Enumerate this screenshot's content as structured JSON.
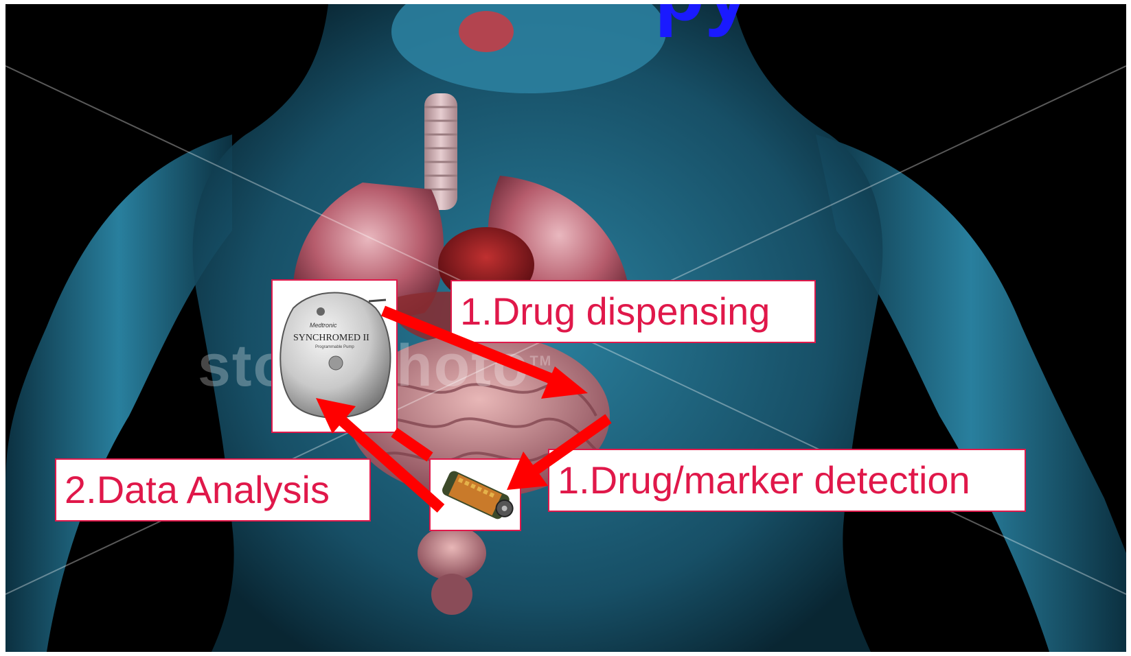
{
  "labels": {
    "drug_dispensing": "1.Drug dispensing",
    "marker_detection": "1.Drug/marker detection",
    "data_analysis": "2.Data Analysis"
  },
  "pump": {
    "brand": "Medtronic",
    "model": "SYNCHROMED",
    "model_suffix": "II",
    "sub": "Programmable Pump"
  },
  "title_fragment": "py",
  "watermark": {
    "text": "stockphoto",
    "mark": "TM"
  },
  "colors": {
    "label_border": "#e0184a",
    "label_text": "#e0184a",
    "arrow": "#ff0000",
    "title": "#1a1aff",
    "body_glow": "#3aa6c8",
    "background": "#000000"
  }
}
